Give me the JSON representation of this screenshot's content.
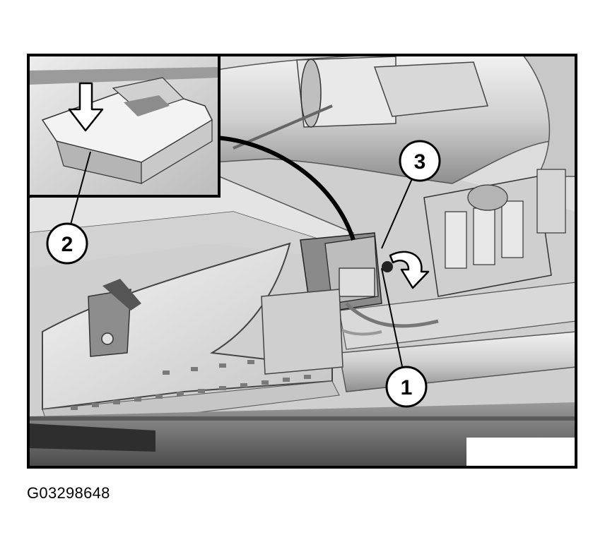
{
  "figure": {
    "callouts": [
      {
        "id": "1",
        "label": "1"
      },
      {
        "id": "2",
        "label": "2"
      },
      {
        "id": "3",
        "label": "3"
      }
    ],
    "caption": "G03298648",
    "colors": {
      "frame": "#000000",
      "metal_light": "#e6e6e6",
      "metal_mid": "#bdbdbd",
      "metal_dark": "#6b6b6b",
      "background": "#ffffff"
    }
  }
}
